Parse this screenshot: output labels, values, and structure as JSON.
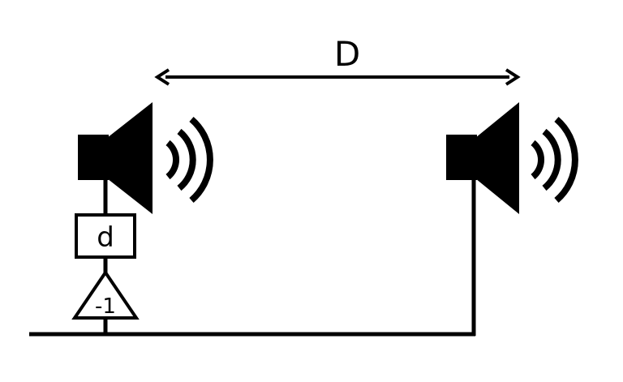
{
  "labels": {
    "distance": "D",
    "delay": "d",
    "inverter": "-1"
  },
  "icons": {
    "left_speaker": "speaker-icon",
    "right_speaker": "speaker-icon",
    "left_waves": "sound-waves-icon",
    "right_waves": "sound-waves-icon"
  },
  "colors": {
    "ink": "#000000",
    "background": "#ffffff"
  }
}
